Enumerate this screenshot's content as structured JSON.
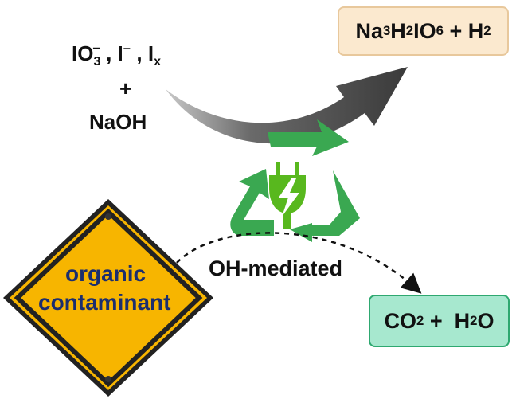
{
  "reactants": {
    "line1": {
      "io3": "IO",
      "io3_sub": "3",
      "io3_sup": "−",
      "sep1": " , ",
      "iodide": "I",
      "iodide_sup": "−",
      "sep2": " , ",
      "ix": "I",
      "ix_sub": "x"
    },
    "plus": "+",
    "naoh": "NaOH"
  },
  "product_top": {
    "na": "Na",
    "na_sub": "3",
    "h": "H",
    "h_sub": "2",
    "io": "IO",
    "io_sub": "6",
    "plus": " + ",
    "h2": "H",
    "h2_sub": "2"
  },
  "product_bottom": {
    "co": "CO",
    "co_sub": "2",
    "plus": " +  ",
    "h": "H",
    "h_sub": "2",
    "o": "O"
  },
  "label_mediated": "OH-mediated",
  "warning_sign": {
    "line1": "organic",
    "line2": "contaminant"
  },
  "colors": {
    "recycle_green": "#3aa851",
    "plug_green": "#58b81e",
    "sign_yellow": "#f7b500",
    "top_box_fill": "#fbe9cf",
    "bottom_box_fill": "#a7e8cf",
    "bottom_box_border": "#2ea870"
  },
  "icons": [
    "recycle-icon",
    "plug-lightning-icon",
    "warning-sign-icon",
    "curved-arrow-icon"
  ]
}
